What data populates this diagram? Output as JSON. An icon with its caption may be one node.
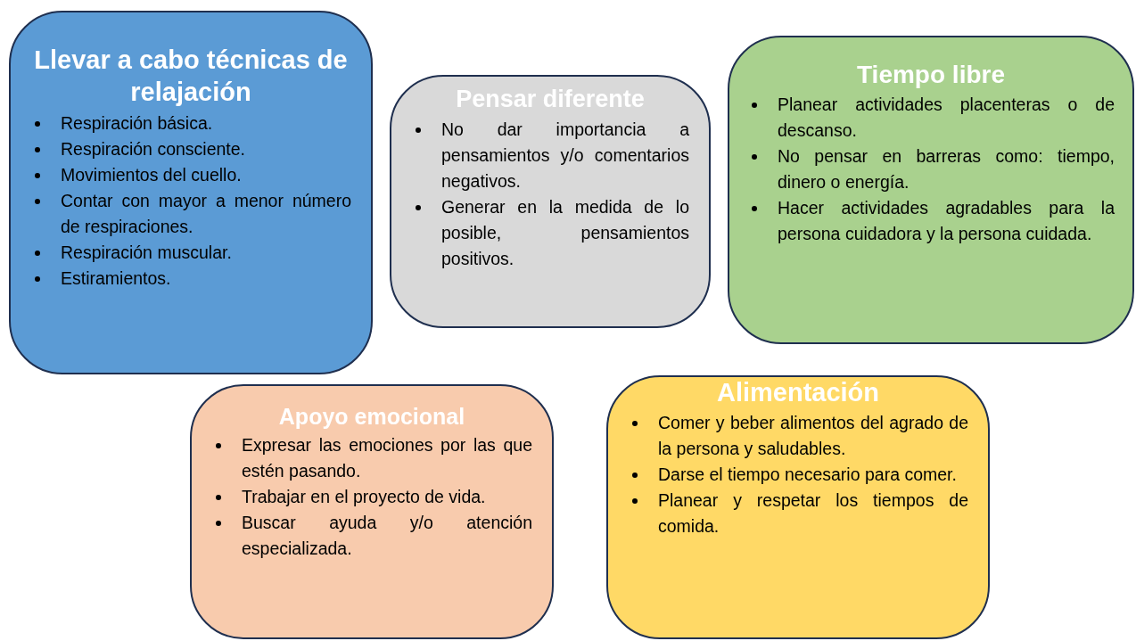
{
  "diagram": {
    "nodes": [
      {
        "text": [
          "Llevar a cabo técnicas de relajación",
          "Respiración básica.",
          "Respiración consciente.",
          "Movimientos del cuello.",
          "Contar con mayor a menor número de respiraciones.",
          "Respiración muscular.",
          "Estiramientos."
        ]
      },
      {
        "text": [
          "Pensar diferente",
          "No dar importancia a pensamientos y/o comentarios negativos.",
          "Generar en la medida de lo posible, pensamientos positivos."
        ]
      },
      {
        "text": [
          "Tiempo libre",
          "Planear actividades placenteras o de descanso.",
          "No pensar en barreras como: tiempo, dinero o energía.",
          "Hacer actividades agradables para la persona cuidadora y la persona cuidada."
        ]
      },
      {
        "text": [
          "Apoyo emocional",
          "Expresar las emociones por las que estén pasando.",
          "Trabajar en el proyecto de vida.",
          "Buscar ayuda y/o atención especializada."
        ]
      },
      {
        "text": [
          "Alimentación",
          "Comer y beber alimentos del agrado de la persona y saludables.",
          "Darse el tiempo necesario para comer.",
          "Planear y respetar los tiempos de comida."
        ]
      }
    ]
  }
}
